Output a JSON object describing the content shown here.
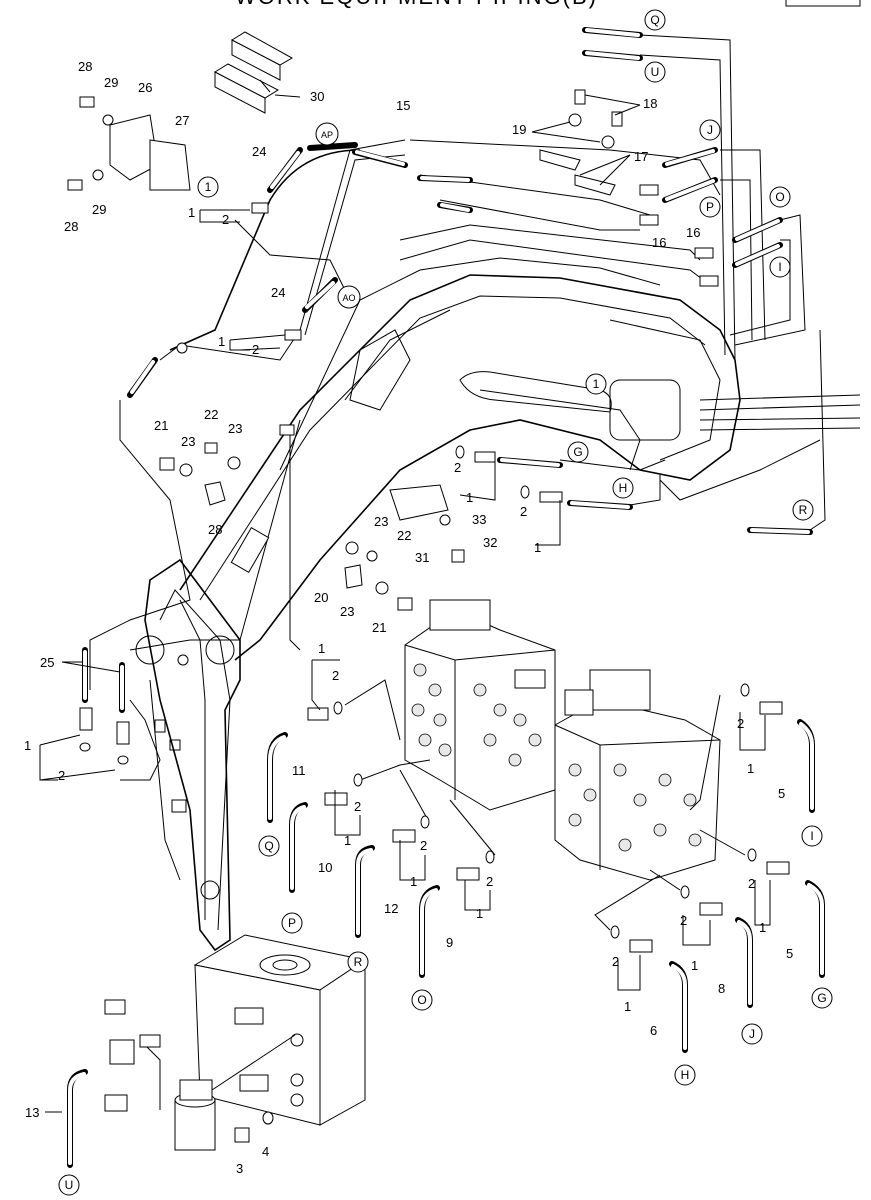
{
  "header": {
    "title": "WORK EQUIPMENT PIPING(B)"
  },
  "callouts": {
    "Q": "Q",
    "U": "U",
    "AP": "AP",
    "AO": "AO",
    "J": "J",
    "P": "P",
    "O": "O",
    "I": "I",
    "G": "G",
    "H": "H",
    "R": "R",
    "one": "1"
  },
  "parts": {
    "p1": "1",
    "p2": "2",
    "p3": "3",
    "p4": "4",
    "p5": "5",
    "p6": "6",
    "p8": "8",
    "p9": "9",
    "p10": "10",
    "p11": "11",
    "p12": "12",
    "p13": "13",
    "p15": "15",
    "p16": "16",
    "p17": "17",
    "p18": "18",
    "p19": "19",
    "p20": "20",
    "p21": "21",
    "p22": "22",
    "p23": "23",
    "p24": "24",
    "p25": "25",
    "p26": "26",
    "p27": "27",
    "p28": "28",
    "p29": "29",
    "p30": "30",
    "p31": "31",
    "p32": "32",
    "p33": "33"
  },
  "icons": {
    "hose": "hose-icon",
    "elbow": "elbow-hose-icon",
    "fitting": "fitting-icon",
    "oring": "o-ring-icon",
    "bolt": "bolt-icon",
    "washer": "washer-icon",
    "clamp": "clamp-icon",
    "valve": "control-valve-icon",
    "tank": "hydraulic-tank-icon",
    "filter": "filter-icon",
    "block": "rubber-block-icon"
  }
}
